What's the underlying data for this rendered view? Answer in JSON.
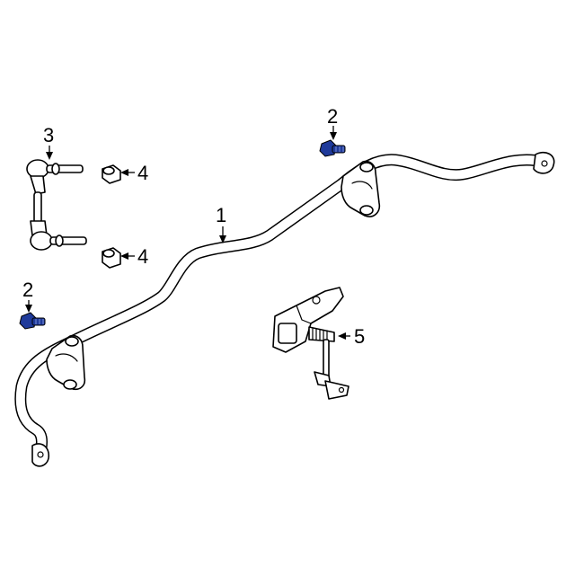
{
  "callouts": {
    "stabilizer_bar": "1",
    "bolt_upper": "2",
    "bolt_lower": "2",
    "link": "3",
    "bushing_upper": "4",
    "bushing_lower": "4",
    "sensor": "5"
  },
  "colors": {
    "highlight": "#1f3a9a",
    "line": "#000000",
    "background": "#ffffff"
  }
}
